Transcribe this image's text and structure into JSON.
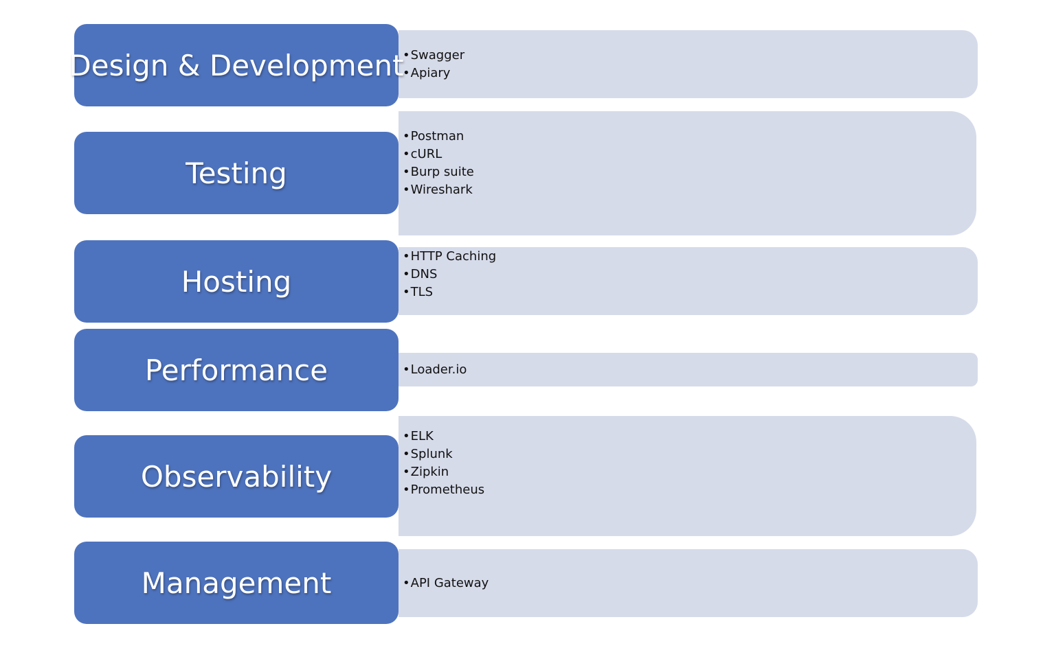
{
  "rows": [
    {
      "category": "Design & Development",
      "tools": [
        "Swagger",
        "Apiary"
      ]
    },
    {
      "category": "Testing",
      "tools": [
        "Postman",
        "cURL",
        "Burp suite",
        "Wireshark"
      ]
    },
    {
      "category": "Hosting",
      "tools": [
        "HTTP Caching",
        "DNS",
        "TLS"
      ]
    },
    {
      "category": "Performance",
      "tools": [
        "Loader.io"
      ]
    },
    {
      "category": "Observability",
      "tools": [
        "ELK",
        "Splunk",
        "Zipkin",
        "Prometheus"
      ]
    },
    {
      "category": "Management",
      "tools": [
        "API Gateway"
      ]
    }
  ],
  "colors": {
    "category_fill": "#4e73be",
    "panel_fill": "#d6dbea",
    "category_text": "#ffffff"
  }
}
